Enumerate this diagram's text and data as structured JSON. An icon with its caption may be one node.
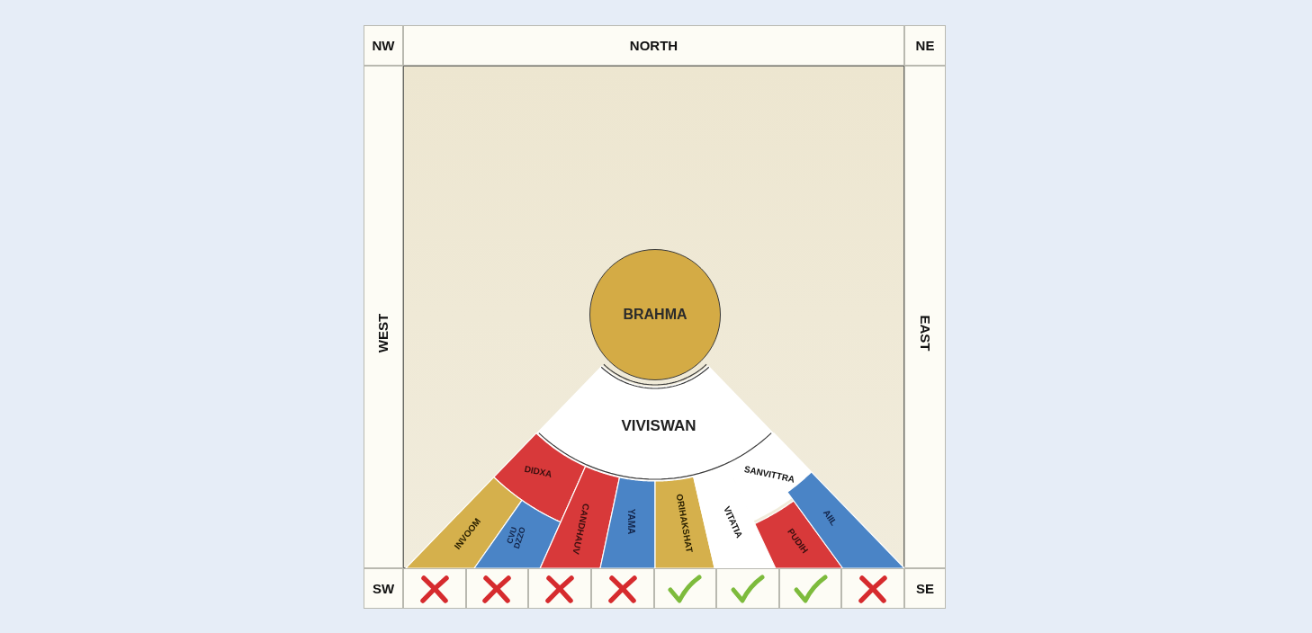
{
  "diagram": {
    "nodes": [
      {
        "text": [
          "NW"
        ]
      },
      {
        "text": [
          "NORTH"
        ]
      },
      {
        "text": [
          "NE"
        ]
      },
      {
        "text": [
          "WEST"
        ]
      },
      {
        "text": [],
        "shape": "box"
      },
      {
        "text": [
          "BRAHMA"
        ],
        "in": 4
      },
      {
        "text": [
          "VIVISWAN"
        ],
        "in": 4
      },
      {
        "text": [
          "DIDXA"
        ],
        "in": 4
      },
      {
        "text": [
          "SANVITTRA"
        ],
        "in": 4
      },
      {
        "text": [
          "INVOOM"
        ],
        "in": 4
      },
      {
        "text": [
          "CVU DZZO"
        ],
        "in": 4
      },
      {
        "text": [
          "CANDHAUV"
        ],
        "in": 4
      },
      {
        "text": [
          "YAMA"
        ],
        "in": 4
      },
      {
        "text": [
          "ORIHAKSHAT"
        ],
        "in": 4
      },
      {
        "text": [
          "VITATIA"
        ],
        "in": 4
      },
      {
        "text": [
          "PUDIH"
        ],
        "in": 4
      },
      {
        "text": [
          "AIIL"
        ],
        "in": 4
      },
      {
        "text": [
          "EAST"
        ]
      },
      {
        "text": [
          "SW"
        ]
      },
      {
        "text": [],
        "shape": "box"
      },
      {
        "text": [],
        "shape": "box"
      },
      {
        "text": [],
        "shape": "box"
      },
      {
        "text": [],
        "shape": "box"
      },
      {
        "text": [],
        "shape": "box"
      },
      {
        "text": [],
        "shape": "box"
      },
      {
        "text": [],
        "shape": "box"
      },
      {
        "text": [],
        "shape": "box"
      },
      {
        "text": [
          "SE"
        ]
      }
    ]
  }
}
